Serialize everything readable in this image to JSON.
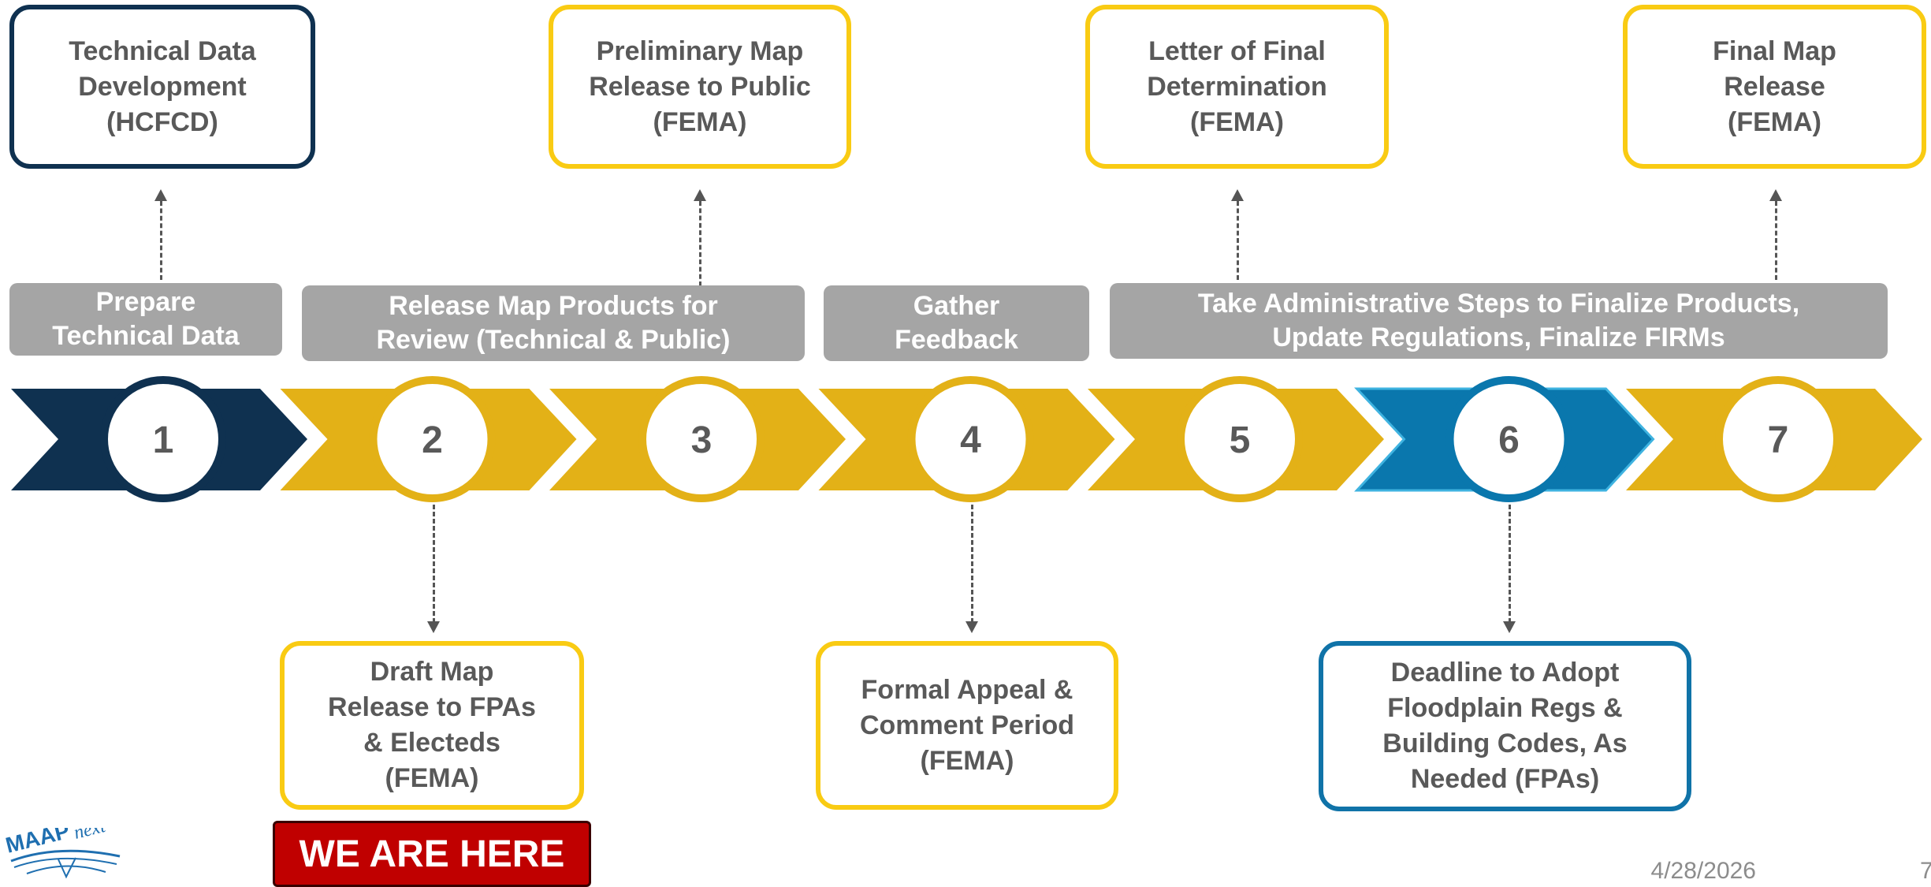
{
  "top_boxes": [
    {
      "text": "Technical Data\nDevelopment\n(HCFCD)"
    },
    {
      "text": "Preliminary Map\nRelease to Public\n(FEMA)"
    },
    {
      "text": "Letter of Final\nDetermination\n(FEMA)"
    },
    {
      "text": "Final Map\nRelease\n(FEMA)"
    }
  ],
  "phases": [
    {
      "text": "Prepare\nTechnical Data"
    },
    {
      "text": "Release Map Products for\nReview (Technical & Public)"
    },
    {
      "text": "Gather\nFeedback"
    },
    {
      "text": "Take Administrative Steps to Finalize Products,\nUpdate Regulations, Finalize FIRMs"
    }
  ],
  "steps": [
    {
      "number": "1",
      "color": "#0f3150"
    },
    {
      "number": "2",
      "color": "#e3b117"
    },
    {
      "number": "3",
      "color": "#e3b117"
    },
    {
      "number": "4",
      "color": "#e3b117"
    },
    {
      "number": "5",
      "color": "#e3b117"
    },
    {
      "number": "6",
      "color": "#0a77ad"
    },
    {
      "number": "7",
      "color": "#e3b117"
    }
  ],
  "bottom_boxes": [
    {
      "text": "Draft Map\nRelease to FPAs\n& Electeds\n(FEMA)"
    },
    {
      "text": "Formal Appeal &\nComment Period\n(FEMA)"
    },
    {
      "text": "Deadline to Adopt\nFloodplain Regs &\nBuilding Codes, As\nNeeded (FPAs)"
    }
  ],
  "status_badge": "WE ARE HERE",
  "logo": {
    "text": "MAAPnext",
    "color": "#1f6fb0"
  },
  "footer": {
    "date": "4/28/2026",
    "page": "7"
  }
}
